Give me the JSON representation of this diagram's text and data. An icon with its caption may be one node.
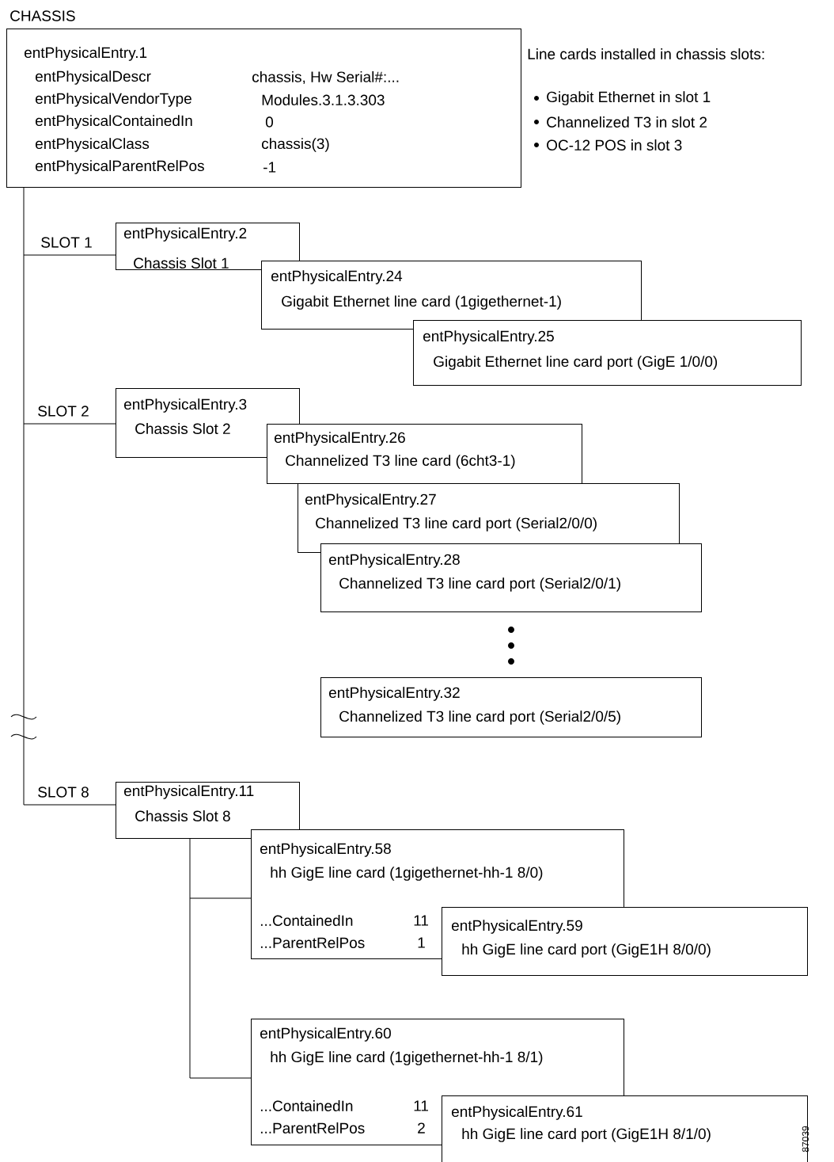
{
  "diagram": {
    "nodes": [
      {
        "text": [
          "CHASSIS",
          "entPhysicalEntry.1",
          "entPhysicalDescr",
          "chassis, Hw Serial#:...",
          "entPhysicalVendorType",
          "Modules.3.1.3.303",
          "entPhysicalContainedIn",
          "0",
          "entPhysicalClass",
          "chassis(3)",
          "entPhysicalParentRelPos",
          "-1"
        ],
        "beside": [
          "Line cards installed in chassis slots:",
          "Gigabit Ethernet in slot 1",
          "Channelized T3 in slot 2",
          "OC-12 POS in slot 3"
        ]
      },
      {
        "text": [
          "entPhysicalEntry.2",
          "Chassis Slot 1"
        ]
      },
      {
        "text": [
          "entPhysicalEntry.24",
          "Gigabit Ethernet line card (1gigethernet-1)"
        ]
      },
      {
        "text": [
          "entPhysicalEntry.25",
          "Gigabit Ethernet line card port (GigE 1/0/0)"
        ]
      },
      {
        "text": [
          "entPhysicalEntry.3",
          "Chassis Slot 2"
        ]
      },
      {
        "text": [
          "entPhysicalEntry.26",
          "Channelized T3 line card (6cht3-1)"
        ]
      },
      {
        "text": [
          "entPhysicalEntry.27",
          "Channelized T3 line card port (Serial2/0/0)"
        ]
      },
      {
        "text": [
          "entPhysicalEntry.28",
          "Channelized T3 line card port (Serial2/0/1)"
        ]
      },
      {
        "text": [
          "entPhysicalEntry.32",
          "Channelized T3 line card port (Serial2/0/5)"
        ]
      },
      {
        "text": [
          "entPhysicalEntry.11",
          "Chassis Slot 8"
        ]
      },
      {
        "text": [
          "entPhysicalEntry.58",
          "hh GigE line card (1gigethernet-hh-1 8/0)",
          "...ContainedIn",
          "11",
          "...ParentRelPos",
          "1"
        ]
      },
      {
        "text": [
          "entPhysicalEntry.59",
          "hh GigE line card port (GigE1H 8/0/0)"
        ]
      },
      {
        "text": [
          "entPhysicalEntry.60",
          "hh GigE line card (1gigethernet-hh-1 8/1)",
          "...ContainedIn",
          "11",
          "...ParentRelPos",
          "2"
        ]
      },
      {
        "text": [
          "entPhysicalEntry.61",
          "hh GigE line card port (GigE1H 8/1/0)"
        ]
      }
    ],
    "edges": [
      {
        "from": 0,
        "to": 1,
        "arrow": "none",
        "label": "SLOT 1"
      },
      {
        "from": 0,
        "to": 4,
        "arrow": "none",
        "label": "SLOT 2"
      },
      {
        "from": 0,
        "to": 9,
        "arrow": "none",
        "label": "SLOT 8"
      },
      {
        "from": 9,
        "to": 10,
        "arrow": "none"
      },
      {
        "from": 9,
        "to": 12,
        "arrow": "none"
      }
    ],
    "labels": [
      "87039"
    ]
  }
}
